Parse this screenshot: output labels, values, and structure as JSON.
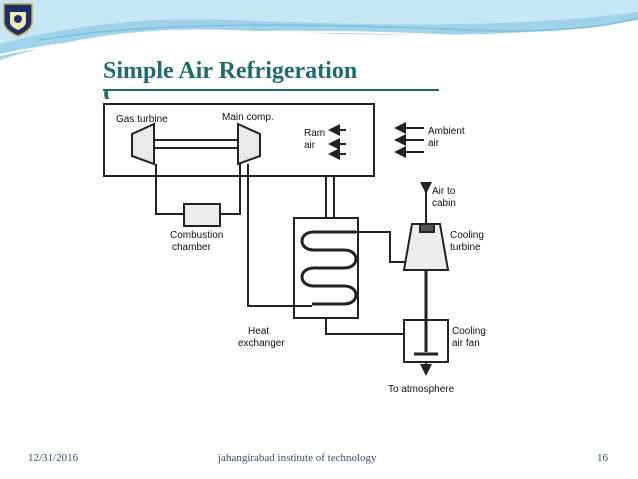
{
  "slide": {
    "title": "Simple Air Refrigeration",
    "title_cut": "C",
    "accent_color": "#1f6b6b",
    "footer": {
      "date": "12/31/2016",
      "institute": "jahangirabad institute of technology",
      "page": "16"
    }
  },
  "diagram": {
    "labels": {
      "gas_turbine": "Gas turbine",
      "main_comp": "Main comp.",
      "ram_air_1": "Ram",
      "ram_air_2": "air",
      "ambient_air_1": "Ambient",
      "ambient_air_2": "air",
      "air_to_cabin_1": "Air to",
      "air_to_cabin_2": "cabin",
      "combustion_chamber_1": "Combustion",
      "combustion_chamber_2": "chamber",
      "cooling_turbine_1": "Cooling",
      "cooling_turbine_2": "turbine",
      "heat_exchanger_1": "Heat",
      "heat_exchanger_2": "exchanger",
      "cooling_air_fan_1": "Cooling",
      "cooling_air_fan_2": "air fan",
      "to_atmosphere": "To atmosphere"
    }
  }
}
